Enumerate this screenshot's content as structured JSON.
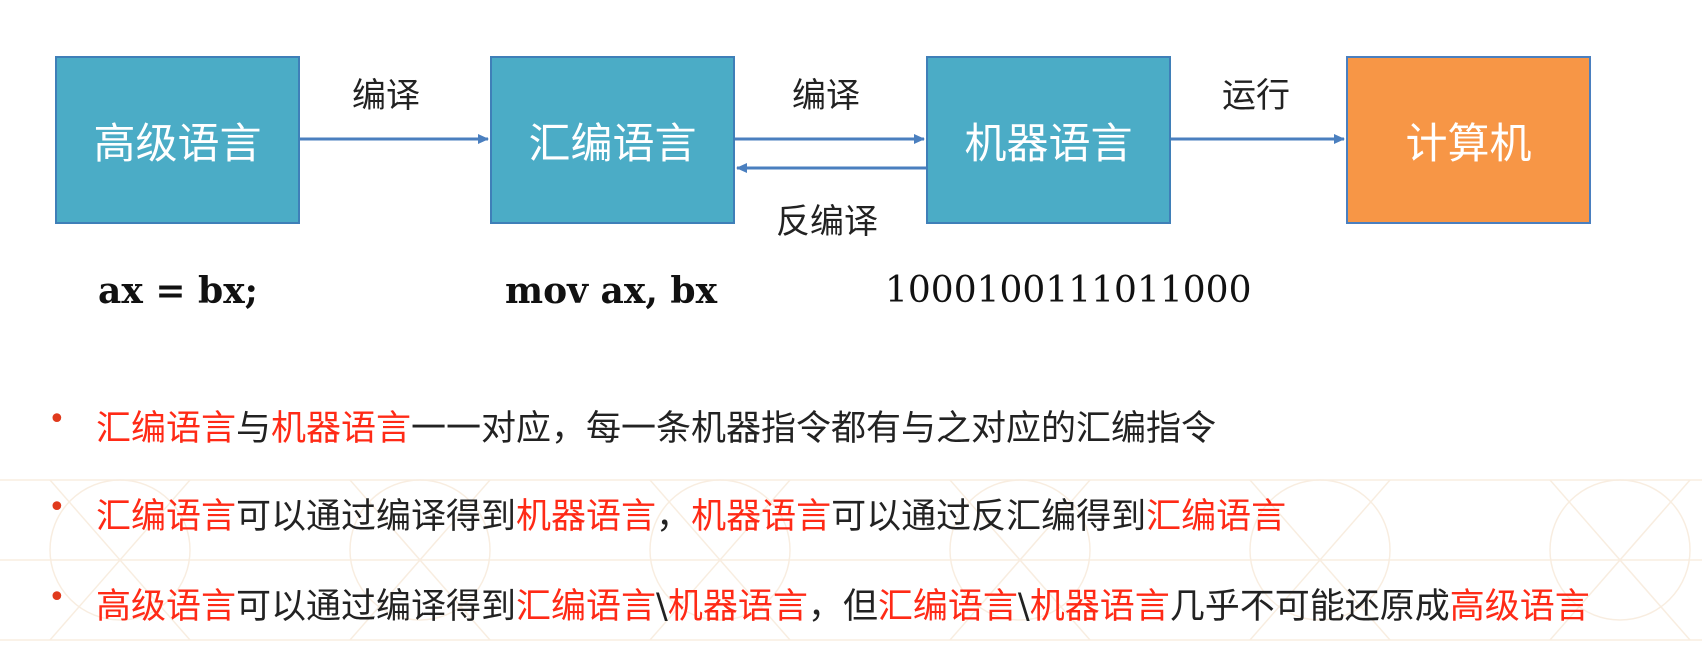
{
  "nodes": {
    "high_level": "高级语言",
    "assembly": "汇编语言",
    "machine": "机器语言",
    "computer": "计算机"
  },
  "edges": {
    "compile_1": "编译",
    "compile_2": "编译",
    "disassemble": "反编译",
    "run": "运行"
  },
  "examples": {
    "high_level": "ax = bx;",
    "assembly": "mov ax, bx",
    "machine": "1000100111011000"
  },
  "bullets": [
    [
      {
        "t": "汇编语言",
        "hl": true
      },
      {
        "t": "与",
        "hl": false
      },
      {
        "t": "机器语言",
        "hl": true
      },
      {
        "t": "一一对应，每一条机器指令都有与之对应的汇编指令",
        "hl": false
      }
    ],
    [
      {
        "t": "汇编语言",
        "hl": true
      },
      {
        "t": "可以通过编译得到",
        "hl": false
      },
      {
        "t": "机器语言",
        "hl": true
      },
      {
        "t": "，",
        "hl": false
      },
      {
        "t": "机器语言",
        "hl": true
      },
      {
        "t": "可以通过反汇编得到",
        "hl": false
      },
      {
        "t": "汇编语言",
        "hl": true
      }
    ],
    [
      {
        "t": "高级语言",
        "hl": true
      },
      {
        "t": "可以通过编译得到",
        "hl": false
      },
      {
        "t": "汇编语言",
        "hl": true
      },
      {
        "t": "\\",
        "hl": false
      },
      {
        "t": "机器语言",
        "hl": true
      },
      {
        "t": "，但",
        "hl": false
      },
      {
        "t": "汇编语言",
        "hl": true
      },
      {
        "t": "\\",
        "hl": false
      },
      {
        "t": "机器语言",
        "hl": true
      },
      {
        "t": "几乎不可能还原成",
        "hl": false
      },
      {
        "t": "高级语言",
        "hl": true
      }
    ]
  ],
  "colors": {
    "box_blue": "#4bacc6",
    "box_orange": "#f79646",
    "arrow": "#4a7fbf",
    "highlight": "#ff2a16"
  }
}
